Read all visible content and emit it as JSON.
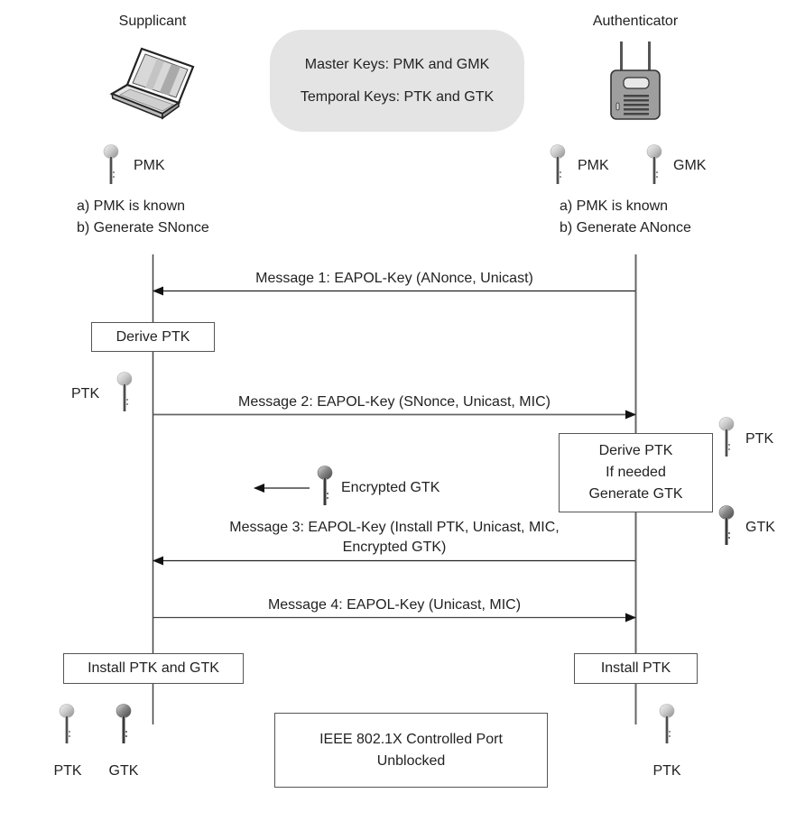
{
  "actors": {
    "supplicant": {
      "label": "Supplicant",
      "icon": "laptop-icon"
    },
    "authenticator": {
      "label": "Authenticator",
      "icon": "access-point-icon"
    }
  },
  "legend": {
    "line1": "Master Keys: PMK and GMK",
    "line2": "Temporal Keys: PTK and GTK"
  },
  "supplicant_initial": {
    "keys": [
      {
        "label": "PMK",
        "icon": "key-icon"
      }
    ],
    "notes": [
      "a) PMK is known",
      "b) Generate SNonce"
    ]
  },
  "authenticator_initial": {
    "keys": [
      {
        "label": "PMK",
        "icon": "key-icon"
      },
      {
        "label": "GMK",
        "icon": "key-icon"
      }
    ],
    "notes": [
      "a) PMK is known",
      "b) Generate ANonce"
    ]
  },
  "messages": [
    {
      "label": "Message 1: EAPOL-Key (ANonce, Unicast)",
      "direction": "authenticator-to-supplicant"
    },
    {
      "label": "Message 2: EAPOL-Key (SNonce, Unicast, MIC)",
      "direction": "supplicant-to-authenticator"
    },
    {
      "label_line1": "Message 3: EAPOL-Key (Install PTK, Unicast, MIC,",
      "label_line2": "Encrypted GTK)",
      "direction": "authenticator-to-supplicant"
    },
    {
      "label": "Message 4: EAPOL-Key (Unicast, MIC)",
      "direction": "supplicant-to-authenticator"
    }
  ],
  "steps": {
    "supplicant_derive": "Derive PTK",
    "supplicant_ptk_key": "PTK",
    "authenticator_derive": [
      "Derive PTK",
      "If needed",
      "Generate GTK"
    ],
    "authenticator_ptk_key": "PTK",
    "authenticator_gtk_key": "GTK",
    "encrypted_gtk": "Encrypted GTK",
    "supplicant_install": "Install PTK and GTK",
    "authenticator_install": "Install PTK"
  },
  "final": {
    "supplicant_keys": [
      "PTK",
      "GTK"
    ],
    "authenticator_keys": [
      "PTK"
    ],
    "port_status": [
      "IEEE 802.1X Controlled Port",
      "Unblocked"
    ]
  }
}
